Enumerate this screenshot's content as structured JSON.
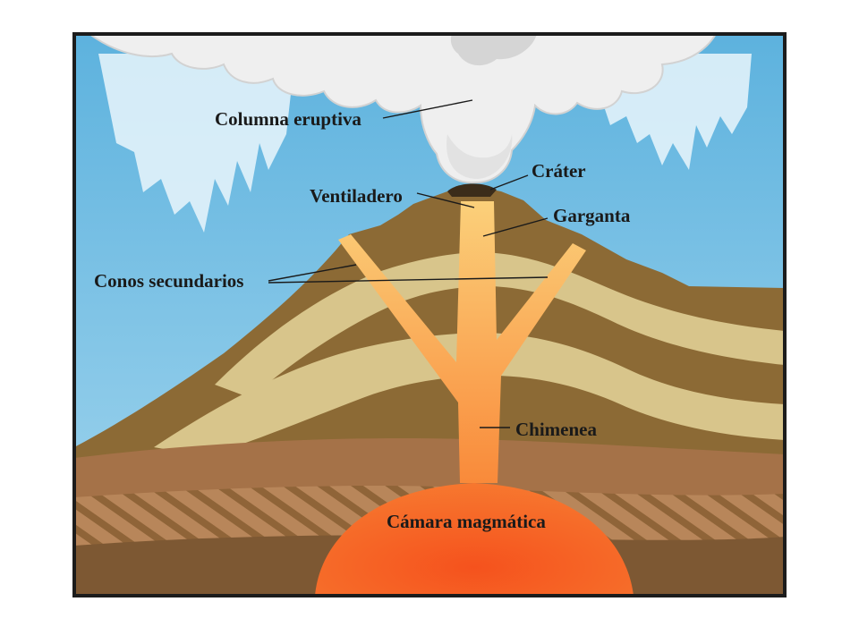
{
  "labels": {
    "eruption_column": "Columna eruptiva",
    "crater": "Cráter",
    "vent": "Ventiladero",
    "throat": "Garganta",
    "secondary_cones": "Conos secundarios",
    "chimney": "Chimenea",
    "magma_chamber": "Cámara magmática"
  },
  "colors": {
    "sky": "#79c2e4",
    "cloud": "#f1f1f1",
    "dark_layer": "#8c6a35",
    "light_layer": "#d6c48a",
    "ground_brown": "#a8734a",
    "hatch_brown": "#b07c4f",
    "deep_brown": "#7a5530",
    "magma": "#f25a22",
    "conduit": "#fa9d45",
    "frame": "#1c1c1c"
  }
}
